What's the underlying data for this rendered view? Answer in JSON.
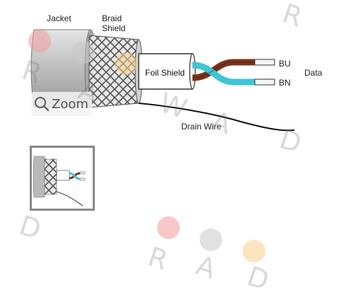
{
  "diagram": {
    "labels": {
      "jacket": "Jacket",
      "braid_shield": "Braid\nShield",
      "foil_shield": "Foil Shield",
      "bu": "BU",
      "bn": "BN",
      "data": "Data",
      "drain_wire": "Drain Wire"
    },
    "colors": {
      "jacket": "#c8c8c8",
      "braid_fill": "#e6e6e6",
      "foil": "#ffffff",
      "wire_blue": "#3ec6d6",
      "wire_brown": "#8a3a1a",
      "drain": "#111111"
    }
  },
  "viewer": {
    "zoom_label": "Zoom",
    "zoom_icon": "magnifier-icon",
    "thumbnail_alt": "cable-thumbnail"
  },
  "watermark": {
    "letters": [
      "R",
      "A",
      "W",
      "A",
      "R",
      "D",
      "D",
      "R",
      "A",
      "D"
    ],
    "dot_colors": [
      "#f29a9a",
      "#c8c8c8",
      "#f7cf8e"
    ]
  }
}
